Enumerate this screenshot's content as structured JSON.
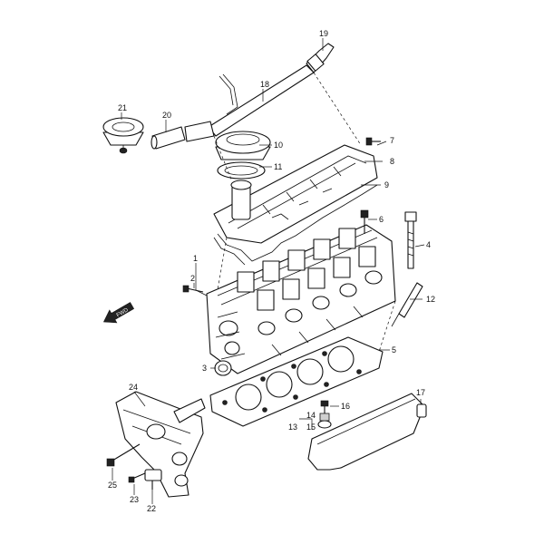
{
  "diagram": {
    "callouts": [
      "1",
      "2",
      "3",
      "4",
      "5",
      "6",
      "7",
      "8",
      "9",
      "10",
      "11",
      "12",
      "13",
      "14",
      "15",
      "16",
      "17",
      "18",
      "19",
      "20",
      "21",
      "22",
      "23",
      "24",
      "25"
    ],
    "direction_marker": "FWD"
  }
}
